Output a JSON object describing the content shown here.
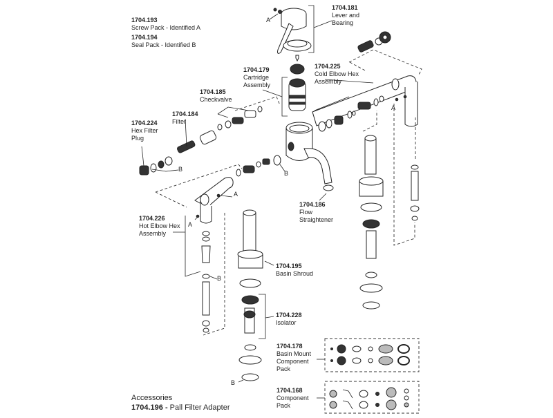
{
  "diagram": {
    "title": "Basin mixer exploded parts diagram",
    "parts": [
      {
        "id": "lever",
        "code": "1704.181",
        "name_lines": [
          "Lever and",
          "Bearing"
        ]
      },
      {
        "id": "screw-pack",
        "code": "1704.193",
        "name_lines": [
          "Screw Pack - Identified A"
        ]
      },
      {
        "id": "seal-pack",
        "code": "1704.194",
        "name_lines": [
          "Seal Pack - Identified B"
        ]
      },
      {
        "id": "cartridge",
        "code": "1704.179",
        "name_lines": [
          "Cartridge",
          "Assembly"
        ]
      },
      {
        "id": "cold-elbow",
        "code": "1704.225",
        "name_lines": [
          "Cold Elbow Hex",
          "Assembly"
        ]
      },
      {
        "id": "checkvalve",
        "code": "1704.185",
        "name_lines": [
          "Checkvalve"
        ]
      },
      {
        "id": "filter",
        "code": "1704.184",
        "name_lines": [
          "Filter"
        ]
      },
      {
        "id": "hex-filter-plug",
        "code": "1704.224",
        "name_lines": [
          "Hex Filter",
          "Plug"
        ]
      },
      {
        "id": "flow-straightener",
        "code": "1704.186",
        "name_lines": [
          "Flow",
          "Straightener"
        ]
      },
      {
        "id": "hot-elbow",
        "code": "1704.226",
        "name_lines": [
          "Hot Elbow Hex",
          "Assembly"
        ]
      },
      {
        "id": "basin-shroud",
        "code": "1704.195",
        "name_lines": [
          "Basin Shroud"
        ]
      },
      {
        "id": "isolator",
        "code": "1704.228",
        "name_lines": [
          "Isolator"
        ]
      },
      {
        "id": "basin-mount-pack",
        "code": "1704.178",
        "name_lines": [
          "Basin Mount",
          "Component",
          "Pack"
        ]
      },
      {
        "id": "component-pack",
        "code": "1704.168",
        "name_lines": [
          "Component",
          "Pack"
        ]
      }
    ],
    "markers": {
      "screw": "A",
      "seal": "B"
    },
    "accessories": {
      "heading": "Accessories",
      "item_code": "1704.196",
      "item_separator": " - ",
      "item_name": "Pall Filter Adapter"
    }
  }
}
